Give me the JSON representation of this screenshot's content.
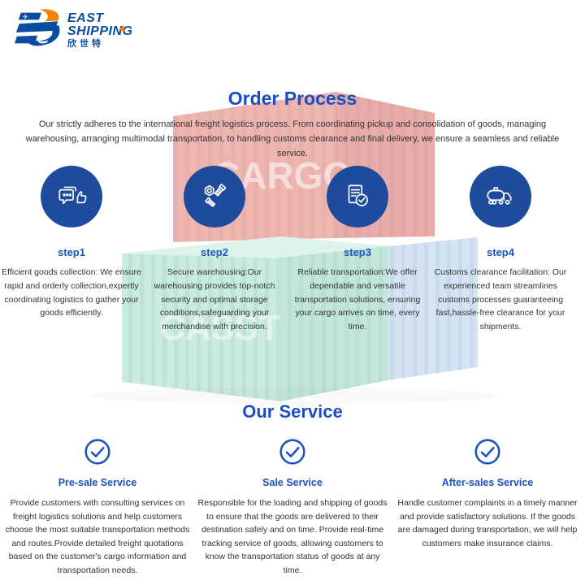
{
  "logo": {
    "name_line1": "EAST",
    "name_line2": "SHIPPING",
    "name_cn": "欣世特"
  },
  "order_process": {
    "title": "Order Process",
    "description": "Our strictly adheres to the international freight logistics process. From coordinating pickup and consolidation of goods, managing warehousing, arranging multimodal transportation, to handling customs clearance and final delivery, we ensure a seamless and reliable service.",
    "steps": [
      {
        "label": "step1",
        "icon": "feedback-chat-icon",
        "text": "Efficient goods collection: We ensure rapid and orderly collection,expertly coordinating logistics to gather your goods efficiently."
      },
      {
        "label": "step2",
        "icon": "nut-bolt-icon",
        "text": "Secure warehousing:Our warehousing provides top-notch security and optimal storage conditions,safeguarding your merchandise with precision."
      },
      {
        "label": "step3",
        "icon": "document-check-icon",
        "text": "Reliable transportation:We offer dependable and versatile transportation solutions, ensuring your cargo arrives on time, every time."
      },
      {
        "label": "step4",
        "icon": "tanker-truck-icon",
        "text": "Customs clearance facilitation: Our experienced team streamlines customs processes guaranteeing fast,hassle-free clearance for your shipments."
      }
    ]
  },
  "our_service": {
    "title": "Our Service",
    "services": [
      {
        "heading": "Pre-sale Service",
        "icon": "check-circle-icon",
        "text": "Provide customers with consulting services on freight logistics solutions and help customers choose the most suitable transportation methods and routes.Provide detailed freight quotations based on the customer's cargo information and transportation needs."
      },
      {
        "heading": "Sale Service",
        "icon": "check-circle-icon",
        "text": "Responsible for the loading and shipping of goods to ensure that the goods are delivered to their destination safely and on time. Provide real-time tracking service of goods, allowing customers to know the transportation status of goods at any time."
      },
      {
        "heading": "After-sales Service",
        "icon": "check-circle-icon",
        "text": "Handle customer complaints in a timely manner and provide satisfactory solutions. If the goods are damaged during transportation, we will help customers make insurance claims."
      }
    ]
  },
  "background": {
    "red_container_text": "CARGO",
    "green_container_text": "CASST"
  },
  "colors": {
    "accent_blue": "#1a4ec2",
    "step_circle_blue": "#1e4b9c",
    "logo_blue": "#0a4c9f",
    "logo_orange": "#f08300",
    "body_text": "#333333",
    "container_red": "#dd5c54",
    "container_green": "#8ed8bf",
    "container_blue": "#a5c8ec"
  }
}
